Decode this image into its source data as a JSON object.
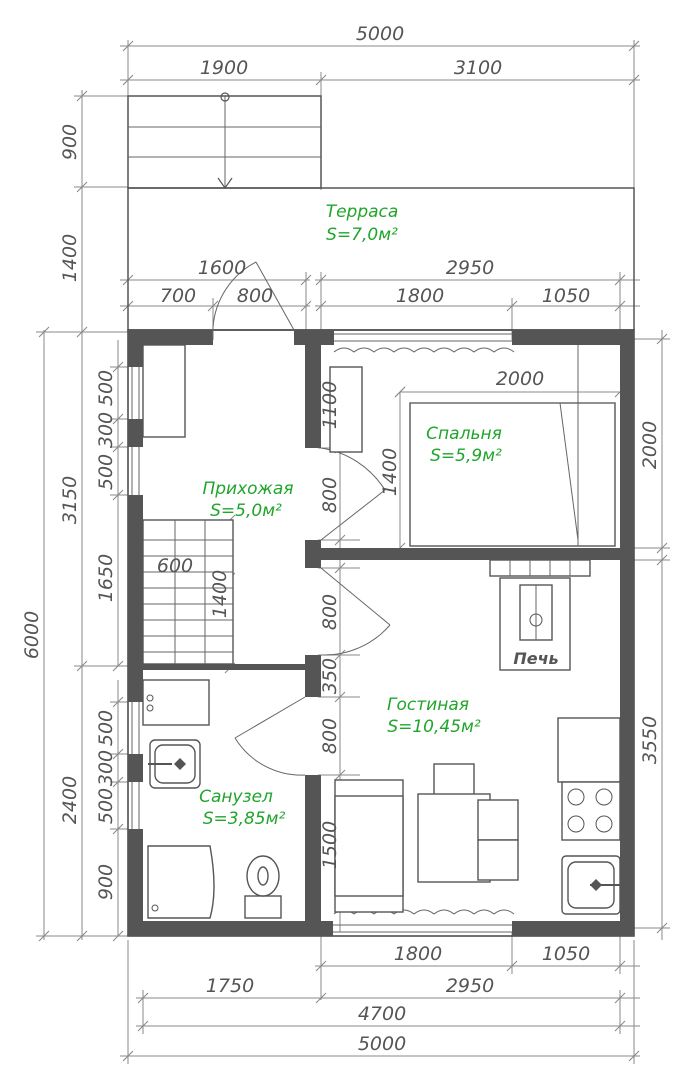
{
  "rooms": {
    "terrace": {
      "name": "Терраса",
      "area": "S=7,0м²"
    },
    "hallway": {
      "name": "Прихожая",
      "area": "S=5,0м²"
    },
    "bedroom": {
      "name": "Спальня",
      "area": "S=5,9м²"
    },
    "living": {
      "name": "Гостиная",
      "area": "S=10,45м²"
    },
    "bathroom": {
      "name": "Санузел",
      "area": "S=3,85м²"
    },
    "stove": "Печь"
  },
  "dims": {
    "top_total": "5000",
    "top_left": "1900",
    "top_right": "3100",
    "door_hall_total": "1600",
    "door_hall_a": "700",
    "door_hall_b": "800",
    "bed_total": "2950",
    "bed_window": "1800",
    "bed_right": "1050",
    "bed_length": "2000",
    "bed_width": "1400",
    "bed_height_right": "2000",
    "living_right": "3550",
    "left_total": "6000",
    "left_upper": "3150",
    "left_900": "900",
    "left_1400": "1400",
    "hall_500a": "500",
    "hall_300": "300",
    "hall_500b": "500",
    "hall_1650": "1650",
    "hall_600": "600",
    "hall_1400": "1400",
    "bath_2400": "2400",
    "bath_500a": "500",
    "bath_300": "300",
    "bath_500b": "500",
    "bath_900": "900",
    "mid_1100": "1100",
    "mid_800a": "800",
    "mid_800b": "800",
    "mid_350": "350",
    "mid_800c": "800",
    "mid_1500": "1500",
    "bot_window": "1800",
    "bot_right": "1050",
    "bot_left": "1750",
    "bot_mid": "2950",
    "bot_4700": "4700",
    "bot_total": "5000"
  }
}
